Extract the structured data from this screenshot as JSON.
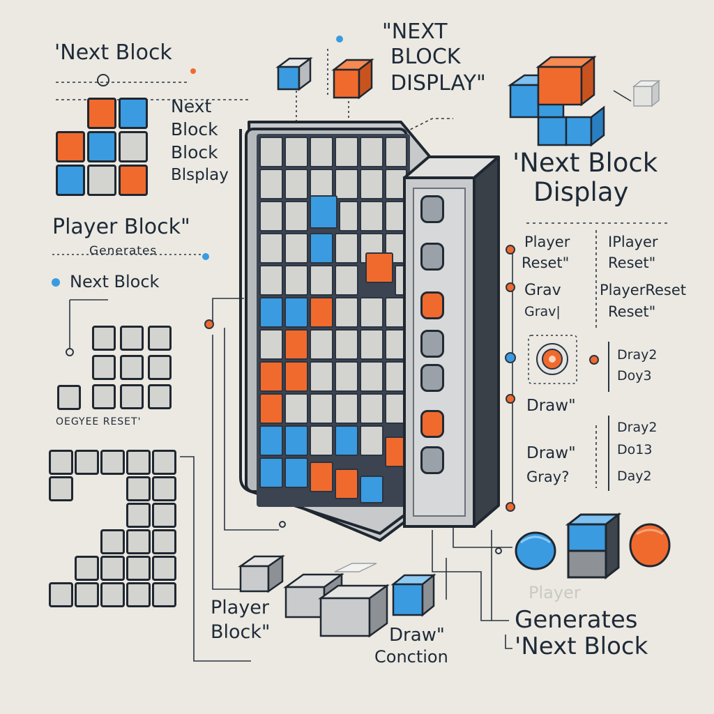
{
  "labels": {
    "top_left_title": "'Next Block",
    "top_center_title_l1": "\"NEXT",
    "top_center_title_l2": "BLOCK",
    "top_center_title_l3": "DISPLAY\"",
    "side_next_l1": "Next",
    "side_next_l2": "Block",
    "side_next_l3": "Block",
    "side_next_l4": "Blsplay",
    "player_block": "Player Block\"",
    "generates": "Generates",
    "next_block_mid": "Next Block",
    "oegyee_reset": "OEGYEE RESET'",
    "right_title_l1": "'Next Block",
    "right_title_l2": "Display",
    "player_reset_a_l1": "Player",
    "player_reset_a_l2": "Reset\"",
    "player_reset_b_l1": "IPlayer",
    "player_reset_b_l2": "Reset\"",
    "grav_l1": "Grav",
    "grav_l2": "Grav|",
    "player_reset_c_l1": "PlayerReset",
    "player_reset_c_l2": "Reset\"",
    "dray_box1_l1": "Dray2",
    "dray_box1_l2": "Doy3",
    "draw_1": "Draw\"",
    "draw_2": "Draw\"",
    "gray_2": "Gray?",
    "dray_box2_l1": "Dray2",
    "dray_box2_l2": "Do13",
    "dray_box2_l3": "Day2",
    "bottom_player_l1": "Player",
    "bottom_player_l2": "Block\"",
    "bottom_draw_l1": "Draw\"",
    "bottom_draw_l2": "Conction",
    "bottom_generates_l1": "Generates",
    "bottom_generates_l2": "'Next Block",
    "faded_player": "Player"
  },
  "colors": {
    "background": "#ece9e2",
    "blue": "#3a9be0",
    "orange": "#f06a2e",
    "gray": "#d3d3d0",
    "outline": "#1f2730"
  }
}
